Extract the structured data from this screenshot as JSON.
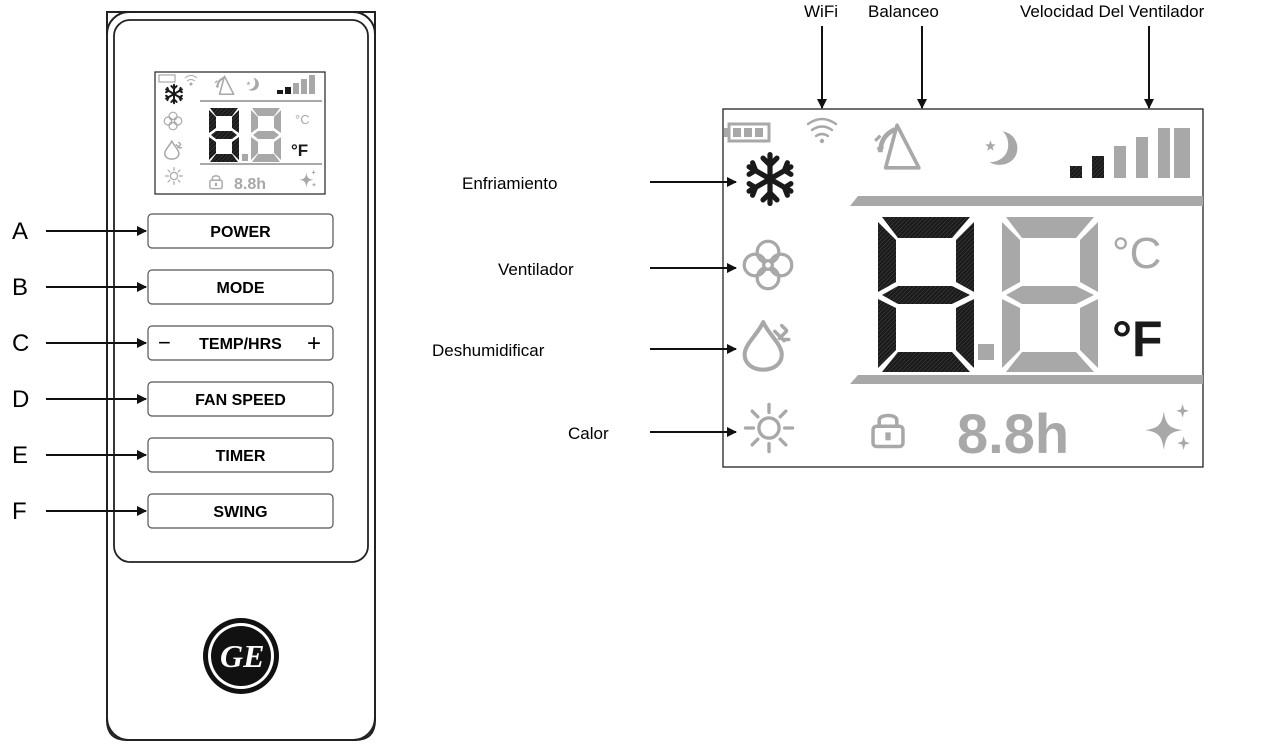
{
  "colors": {
    "active": "#1a1a1a",
    "inactive": "#a8a8a8",
    "outline": "#222222",
    "background": "#ffffff"
  },
  "remote": {
    "buttons": [
      {
        "letter": "A",
        "label": "POWER"
      },
      {
        "letter": "B",
        "label": "MODE"
      },
      {
        "letter": "C",
        "label": "TEMP/HRS",
        "minus": "−",
        "plus": "+"
      },
      {
        "letter": "D",
        "label": "FAN SPEED"
      },
      {
        "letter": "E",
        "label": "TIMER"
      },
      {
        "letter": "F",
        "label": "SWING"
      }
    ],
    "logo_text": "GE"
  },
  "display": {
    "top_labels": {
      "wifi": "WiFi",
      "swing": "Balanceo",
      "fan_speed": "Velocidad Del Ventilador"
    },
    "left_labels": {
      "cool": "Enfriamiento",
      "fan": "Ventilador",
      "dehumidify": "Deshumidificar",
      "heat": "Calor"
    },
    "digits": "8.8",
    "unit_c": "°C",
    "unit_f": "°F",
    "timer": "8.8h"
  },
  "icons": [
    "battery-icon",
    "wifi-icon",
    "swing-icon",
    "sleep-icon",
    "fan-speed-icon",
    "snowflake-icon",
    "fan-icon",
    "dehumidify-icon",
    "sun-icon",
    "lock-icon",
    "sparkle-icon",
    "ge-logo-icon"
  ]
}
